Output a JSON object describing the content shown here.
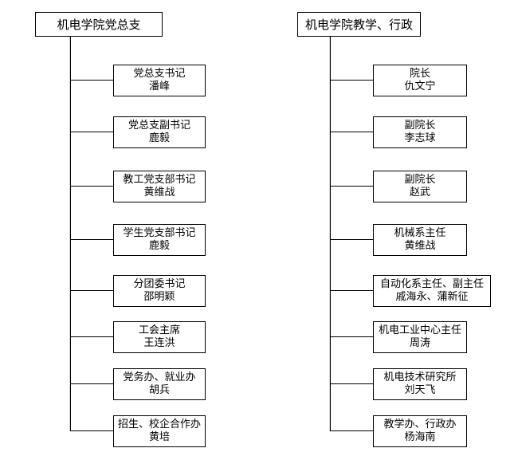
{
  "colors": {
    "background": "#ffffff",
    "line": "#000000",
    "text": "#000000"
  },
  "trees": [
    {
      "id": "party-branch",
      "root": {
        "label": "机电学院党总支"
      },
      "children": [
        {
          "title": "党总支书记",
          "person": "潘峰"
        },
        {
          "title": "党总支副书记",
          "person": "鹿毅"
        },
        {
          "title": "教工党支部书记",
          "person": "黄维战"
        },
        {
          "title": "学生党支部书记",
          "person": "鹿毅"
        },
        {
          "title": "分团委书记",
          "person": "邵明颖"
        },
        {
          "title": "工会主席",
          "person": "王连洪"
        },
        {
          "title": "党务办、就业办",
          "person": "胡兵"
        },
        {
          "title": "招生、校企合作办",
          "person": "黄培"
        }
      ]
    },
    {
      "id": "teaching-admin",
      "root": {
        "label": "机电学院教学、行政"
      },
      "children": [
        {
          "title": "院长",
          "person": "仇文宁"
        },
        {
          "title": "副院长",
          "person": "李志球"
        },
        {
          "title": "副院长",
          "person": "赵武"
        },
        {
          "title": "机械系主任",
          "person": "黄维战"
        },
        {
          "title": "自动化系主任、副主任",
          "person": "戚海永、蒲新征"
        },
        {
          "title": "机电工业中心主任",
          "person": "周涛"
        },
        {
          "title": "机电技术研究所",
          "person": "刘天飞"
        },
        {
          "title": "教学办、行政办",
          "person": "杨海南"
        }
      ]
    }
  ]
}
